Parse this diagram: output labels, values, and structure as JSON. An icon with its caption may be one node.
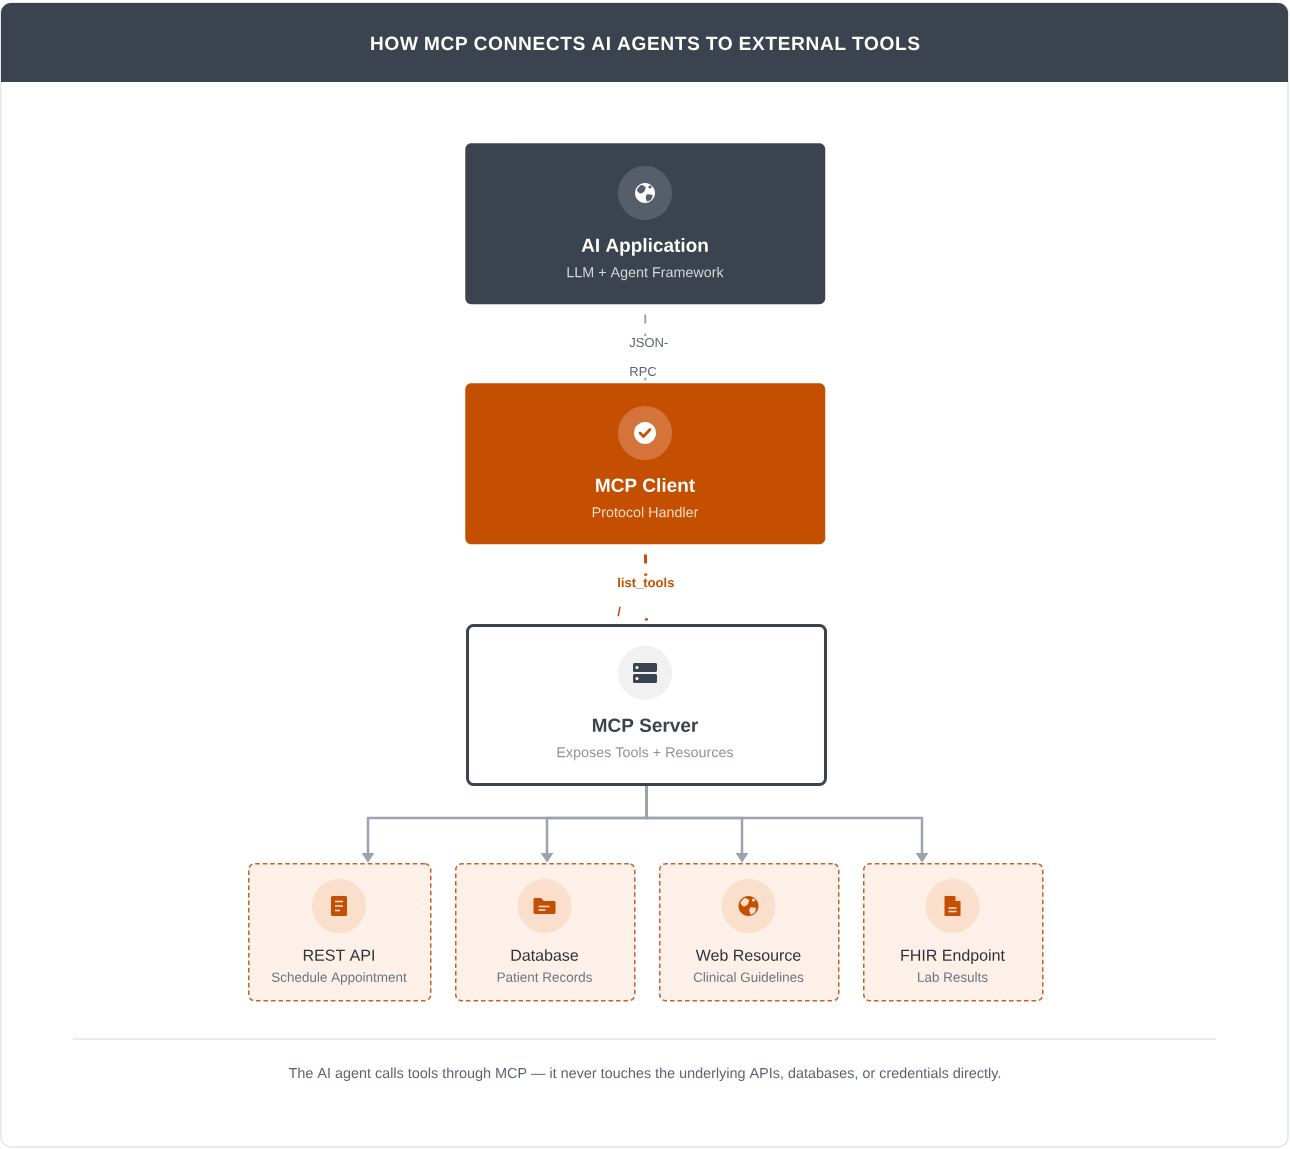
{
  "diagram": {
    "title": "HOW MCP CONNECTS AI AGENTS TO EXTERNAL TOOLS",
    "caption": "The AI agent calls tools through MCP — it never touches the underlying APIs, databases, or credentials directly.",
    "nodes": [
      {
        "text": [
          "AI Application",
          "LLM + Agent Framework"
        ]
      },
      {
        "text": [
          "MCP Client",
          "Protocol Handler"
        ]
      },
      {
        "text": [
          "MCP Server",
          "Exposes Tools + Resources"
        ]
      },
      {
        "text": [
          "REST API",
          "Schedule Appointment"
        ]
      },
      {
        "text": [
          "Database",
          "Patient Records"
        ]
      },
      {
        "text": [
          "Web Resource",
          "Clinical Guidelines"
        ]
      },
      {
        "text": [
          "FHIR Endpoint",
          "Lab Results"
        ]
      }
    ],
    "edges": [
      {
        "from": 0,
        "to": 1,
        "arrow": "none",
        "label": "JSON-RPC",
        "style": "dashed"
      },
      {
        "from": 1,
        "to": 2,
        "arrow": "none",
        "label": "list_tools /",
        "style": "dashed",
        "color": "#c44f00"
      },
      {
        "from": 2,
        "to": 3,
        "arrow": "to"
      },
      {
        "from": 2,
        "to": 4,
        "arrow": "to"
      },
      {
        "from": 2,
        "to": 5,
        "arrow": "to"
      },
      {
        "from": 2,
        "to": 6,
        "arrow": "to"
      }
    ]
  }
}
